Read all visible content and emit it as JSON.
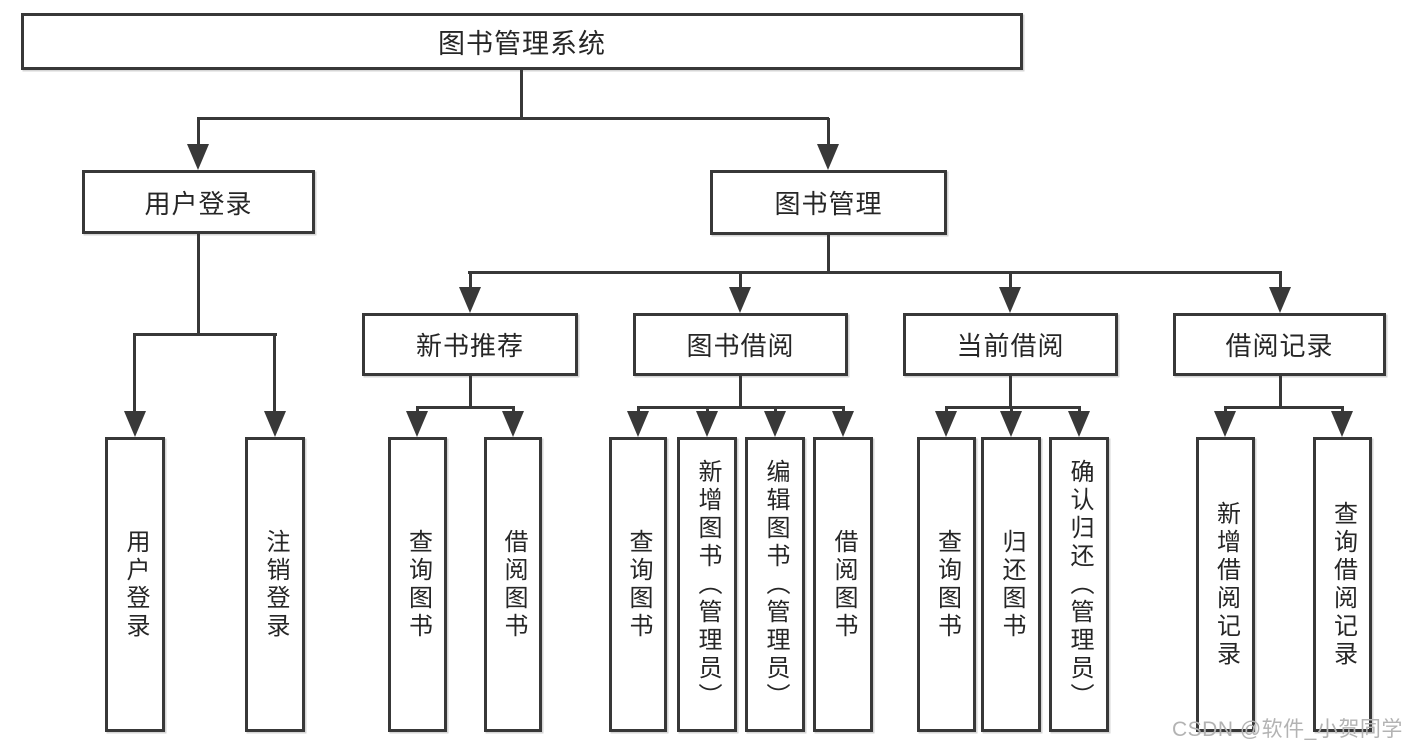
{
  "watermark": {
    "text": "CSDN @软件_小贺同学"
  },
  "colors": {
    "line": "#383838",
    "text": "#262626",
    "watermark": "#b3b3b3",
    "background": "#ffffff"
  },
  "nodes": {
    "root": {
      "label": "图书管理系统"
    },
    "user_login": {
      "label": "用户登录"
    },
    "book_mgmt": {
      "label": "图书管理"
    },
    "new_book_rec": {
      "label": "新书推荐"
    },
    "book_borrow": {
      "label": "图书借阅"
    },
    "current_borrow": {
      "label": "当前借阅"
    },
    "borrow_record": {
      "label": "借阅记录"
    },
    "leaf_user_login": {
      "label": "用户登录"
    },
    "leaf_logout": {
      "label": "注销登录"
    },
    "rec_query_book": {
      "label": "查询图书"
    },
    "rec_borrow_book": {
      "label": "借阅图书"
    },
    "bb_query_book": {
      "label": "查询图书"
    },
    "bb_add_book": {
      "label": "新增图书（管理员）"
    },
    "bb_edit_book": {
      "label": "编辑图书（管理员）"
    },
    "bb_borrow_book": {
      "label": "借阅图书"
    },
    "cb_query_book": {
      "label": "查询图书"
    },
    "cb_return_book": {
      "label": "归还图书"
    },
    "cb_confirm_return": {
      "label": "确认归还（管理员）"
    },
    "br_add_record": {
      "label": "新增借阅记录"
    },
    "br_query_record": {
      "label": "查询借阅记录"
    }
  }
}
